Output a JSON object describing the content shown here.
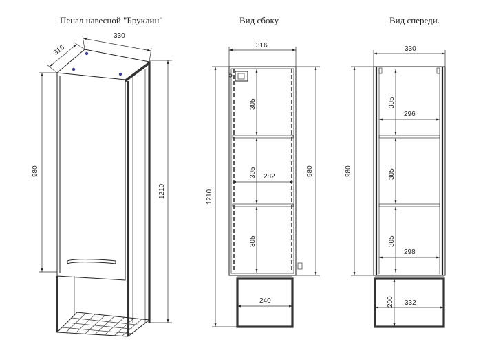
{
  "titles": {
    "iso": "Пенал навесной \"Бруклин\"",
    "side": "Вид сбоку.",
    "front": "Вид спереди."
  },
  "dims": {
    "iso_width": "330",
    "iso_depth": "316",
    "iso_body_height": "980",
    "iso_total_height": "1210",
    "side_depth": "316",
    "side_shelf_1": "305",
    "side_shelf_2": "305",
    "side_shelf_3": "305",
    "side_inner_depth": "282",
    "side_body_height": "980",
    "side_total_height": "1210",
    "side_leg_depth": "240",
    "front_width": "330",
    "front_shelf_1": "305",
    "front_inner_width_top": "296",
    "front_shelf_2": "305",
    "front_shelf_3": "305",
    "front_inner_width_bottom": "298",
    "front_body_height": "980",
    "front_base_height": "200",
    "front_base_width": "332"
  }
}
